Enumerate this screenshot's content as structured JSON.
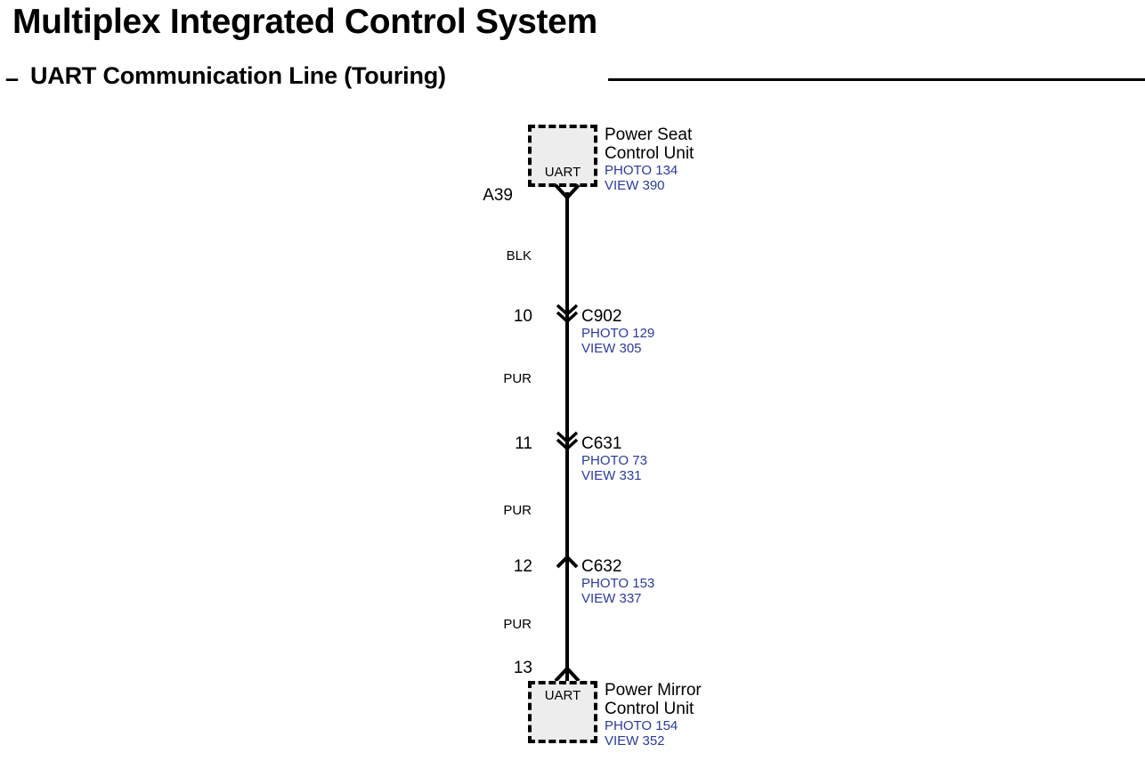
{
  "header": {
    "title": "Multiplex Integrated Control System",
    "dash": "–",
    "subtitle": "UART Communication Line (Touring)"
  },
  "diagram": {
    "top_unit": {
      "box_label": "UART",
      "name_line1": "Power Seat",
      "name_line2": "Control Unit",
      "photo": "PHOTO 134",
      "view": "VIEW 390",
      "pin": "A39",
      "connector_icon": "chevron-down-fork-icon"
    },
    "bottom_unit": {
      "box_label": "UART",
      "name_line1": "Power Mirror",
      "name_line2": "Control Unit",
      "photo": "PHOTO 154",
      "view": "VIEW 352",
      "pin": "13",
      "connector_icon": "chevron-up-fork-icon"
    },
    "wires": [
      {
        "color_code": "BLK"
      },
      {
        "color_code": "PUR"
      },
      {
        "color_code": "PUR"
      },
      {
        "color_code": "PUR"
      }
    ],
    "nodes": [
      {
        "pin": "10",
        "name": "C902",
        "photo": "PHOTO 129",
        "view": "VIEW 305",
        "connector_icon": "double-chevron-down-icon"
      },
      {
        "pin": "11",
        "name": "C631",
        "photo": "PHOTO 73",
        "view": "VIEW 331",
        "connector_icon": "double-chevron-down-icon"
      },
      {
        "pin": "12",
        "name": "C632",
        "photo": "PHOTO 153",
        "view": "VIEW 337",
        "connector_icon": "chevron-up-icon"
      }
    ]
  },
  "colors": {
    "reference_blue": "#2a3a9c",
    "box_fill": "#ededed",
    "line_black": "#000000"
  }
}
